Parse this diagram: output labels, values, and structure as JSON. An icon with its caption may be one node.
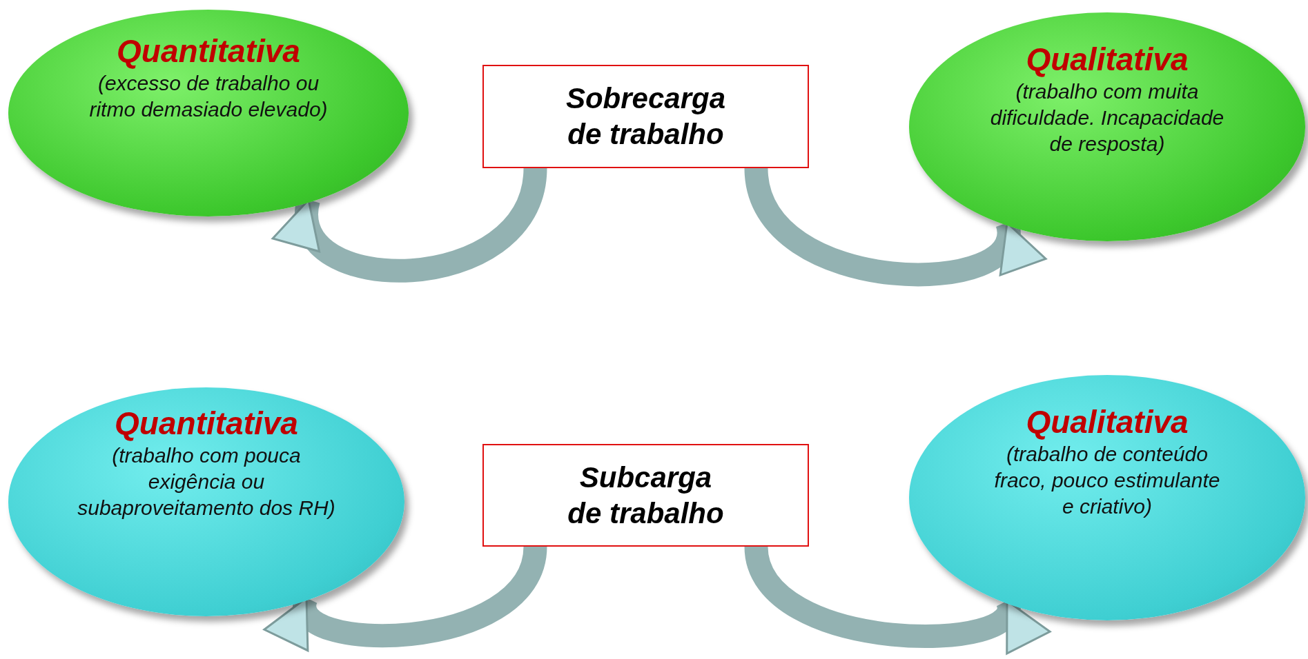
{
  "diagram": {
    "nodes": [
      {
        "text": [
          "Quantitativa",
          "(excesso de trabalho ou ritmo demasiado elevado)"
        ]
      },
      {
        "text": [
          "Sobrecarga de trabalho"
        ]
      },
      {
        "text": [
          "Qualitativa",
          "(trabalho com muita dificuldade. Incapacidade de resposta)"
        ]
      },
      {
        "text": [
          "Quantitativa",
          "(trabalho com pouca exigência ou subaproveitamento dos RH)"
        ]
      },
      {
        "text": [
          "Subcarga de trabalho"
        ]
      },
      {
        "text": [
          "Qualitativa",
          "(trabalho de conteúdo fraco, pouco estimulante e criativo)"
        ]
      }
    ],
    "edges": [
      {
        "from": 1,
        "to": 0,
        "arrow": "to"
      },
      {
        "from": 1,
        "to": 2,
        "arrow": "to"
      },
      {
        "from": 4,
        "to": 3,
        "arrow": "to"
      },
      {
        "from": 4,
        "to": 5,
        "arrow": "to"
      }
    ]
  }
}
